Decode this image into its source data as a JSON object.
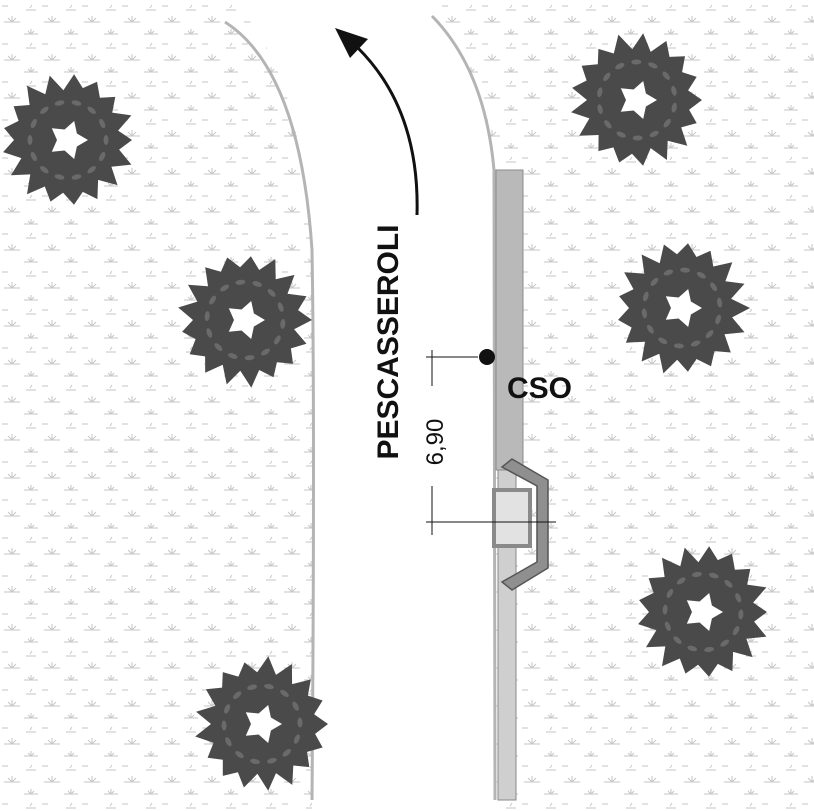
{
  "labels": {
    "direction": "PESCASSEROLI",
    "station": "CSO",
    "dimension": "6,90"
  },
  "colors": {
    "road_edge": "#b4b4b4",
    "sidewalk": "#b9b9b9",
    "sidewalk_border": "#8a8a8a",
    "tree": "#4a4a4a",
    "tree_highlight": "#6a6a6a",
    "grass_mark": "#c8c8c8",
    "ink": "#111111"
  },
  "icons": {
    "tree": "tree-icon",
    "grass": "grass-tuft-icon",
    "arrow": "direction-arrow-icon",
    "bus_stop": "bus-stop-icon",
    "point": "point-marker-icon"
  }
}
